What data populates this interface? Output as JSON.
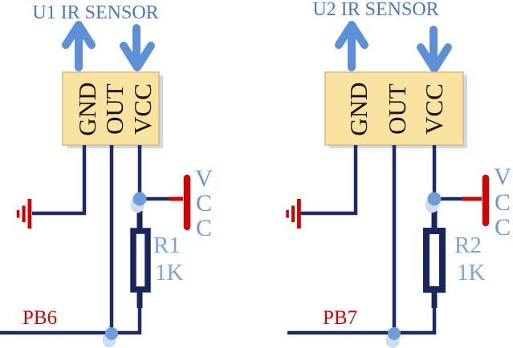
{
  "colors": {
    "wire": "#1b2b6b",
    "component": "#17265f",
    "red": "#cc0505",
    "arrow": "#5c90d8",
    "titleBlue": "#4779c5",
    "labelBlue": "#79a5dd",
    "vccText": "#6c99d4",
    "boxFill": "#fae2a1",
    "boxBorder": "#dfb878",
    "shadow": "#cbdbee",
    "dot": "#6d9ed9",
    "dotHalo": "#ccddf1",
    "pinText": "#18100a"
  },
  "circuits": [
    {
      "title": "U1 IR SENSOR",
      "pins": {
        "gnd": "GND",
        "out": "OUT",
        "vcc": "VCC"
      },
      "power": {
        "l1": "V",
        "l2": "C",
        "l3": "C"
      },
      "resistor": {
        "ref": "R1",
        "value": "1K"
      },
      "net": "PB6"
    },
    {
      "title": "U2 IR SENSOR",
      "pins": {
        "gnd": "GND",
        "out": "OUT",
        "vcc": "VCC"
      },
      "power": {
        "l1": "V",
        "l2": "C",
        "l3": "C"
      },
      "resistor": {
        "ref": "R2",
        "value": "1K"
      },
      "net": "PB7"
    }
  ]
}
